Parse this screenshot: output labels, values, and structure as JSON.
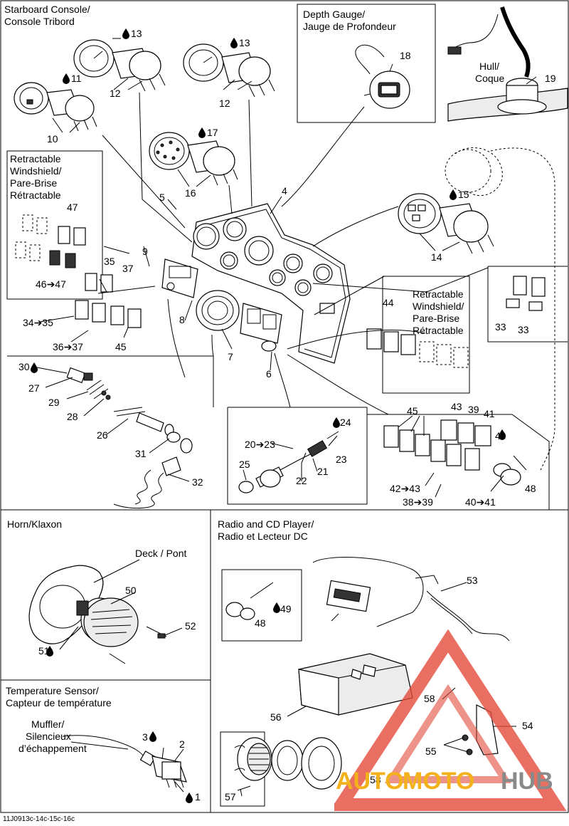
{
  "sections": {
    "starboard_console": [
      "Starboard Console/",
      "Console Tribord"
    ],
    "depth_gauge": [
      "Depth Gauge/",
      "Jauge de Profondeur"
    ],
    "hull": [
      "Hull/",
      "Coque"
    ],
    "retractable_windshield_left": [
      "Retractable",
      "Windshield/",
      "Pare-Brise",
      "Rétractable"
    ],
    "retractable_windshield_right": [
      "Retractable",
      "Windshield/",
      "Pare-Brise",
      "Rétractable"
    ],
    "horn": [
      "Horn/Klaxon"
    ],
    "deck": [
      "Deck / Pont"
    ],
    "radio": [
      "Radio and CD Player/",
      "Radio et Lecteur DC"
    ],
    "temperature_sensor": [
      "Temperature Sensor/",
      "Capteur de température"
    ],
    "muffler": [
      "Muffler/",
      "Silencieux",
      "d’échappement"
    ]
  },
  "callouts": {
    "c13a": "13",
    "c12a": "12",
    "c13b": "13",
    "c12b": "12",
    "c11": "11",
    "c10": "10",
    "c17": "17",
    "c16": "16",
    "c5": "5",
    "c4": "4",
    "c15": "15",
    "c14": "14",
    "c18": "18",
    "c19": "19",
    "c47": "47",
    "c46": "46➔47",
    "c9": "9",
    "c35": "35",
    "c37": "37",
    "c34": "34➔35",
    "c36": "36➔37",
    "c45a": "45",
    "c8": "8",
    "c7": "7",
    "c6": "6",
    "c44": "44",
    "c33a": "33",
    "c33b": "33",
    "c30": "30",
    "c27": "27",
    "c29": "29",
    "c28": "28",
    "c26": "26",
    "c31": "31",
    "c32": "32",
    "c24": "24",
    "c20": "20➔23",
    "c23": "23",
    "c25": "25",
    "c21": "21",
    "c22": "22",
    "c45b": "45",
    "c43": "43",
    "c39": "39",
    "c41": "41",
    "c49a": "49",
    "c48a": "48",
    "c42": "42➔43",
    "c38": "38➔39",
    "c40": "40➔41",
    "c50": "50",
    "c52": "52",
    "c51": "51",
    "c53": "53",
    "c49b": "49",
    "c48b": "48",
    "c58a": "58",
    "c54": "54",
    "c56": "56",
    "c55": "55",
    "c57": "57",
    "c58b": "58",
    "c3": "3",
    "c2": "2",
    "c1": "1"
  },
  "watermark": {
    "text_a": "AUTO",
    "text_b": "MOTO",
    "text_c": "HUB",
    "color_red": "#e34b3b",
    "color_orange": "#f3b21b",
    "color_gray": "#8a8a8a"
  },
  "footer": {
    "code": "11J0913c-14c-15c-16c"
  }
}
